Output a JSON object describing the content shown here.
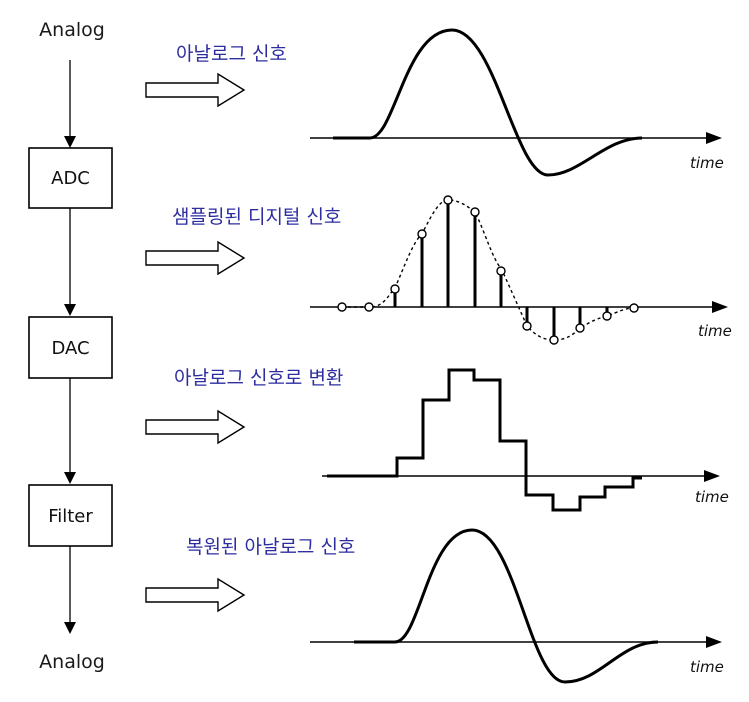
{
  "flow": {
    "input_label": "Analog",
    "output_label": "Analog",
    "stages": [
      {
        "label": "ADC"
      },
      {
        "label": "DAC"
      },
      {
        "label": "Filter"
      }
    ]
  },
  "panels": [
    {
      "description": "아날로그 신호",
      "axis_label": "time"
    },
    {
      "description": "샘플링된 디지털 신호",
      "axis_label": "time"
    },
    {
      "description": "아날로그 신호로 변환",
      "axis_label": "time"
    },
    {
      "description": "복원된 아날로그 신호",
      "axis_label": "time"
    }
  ],
  "colors": {
    "description_text": "#2d2da0",
    "line": "#000000"
  }
}
